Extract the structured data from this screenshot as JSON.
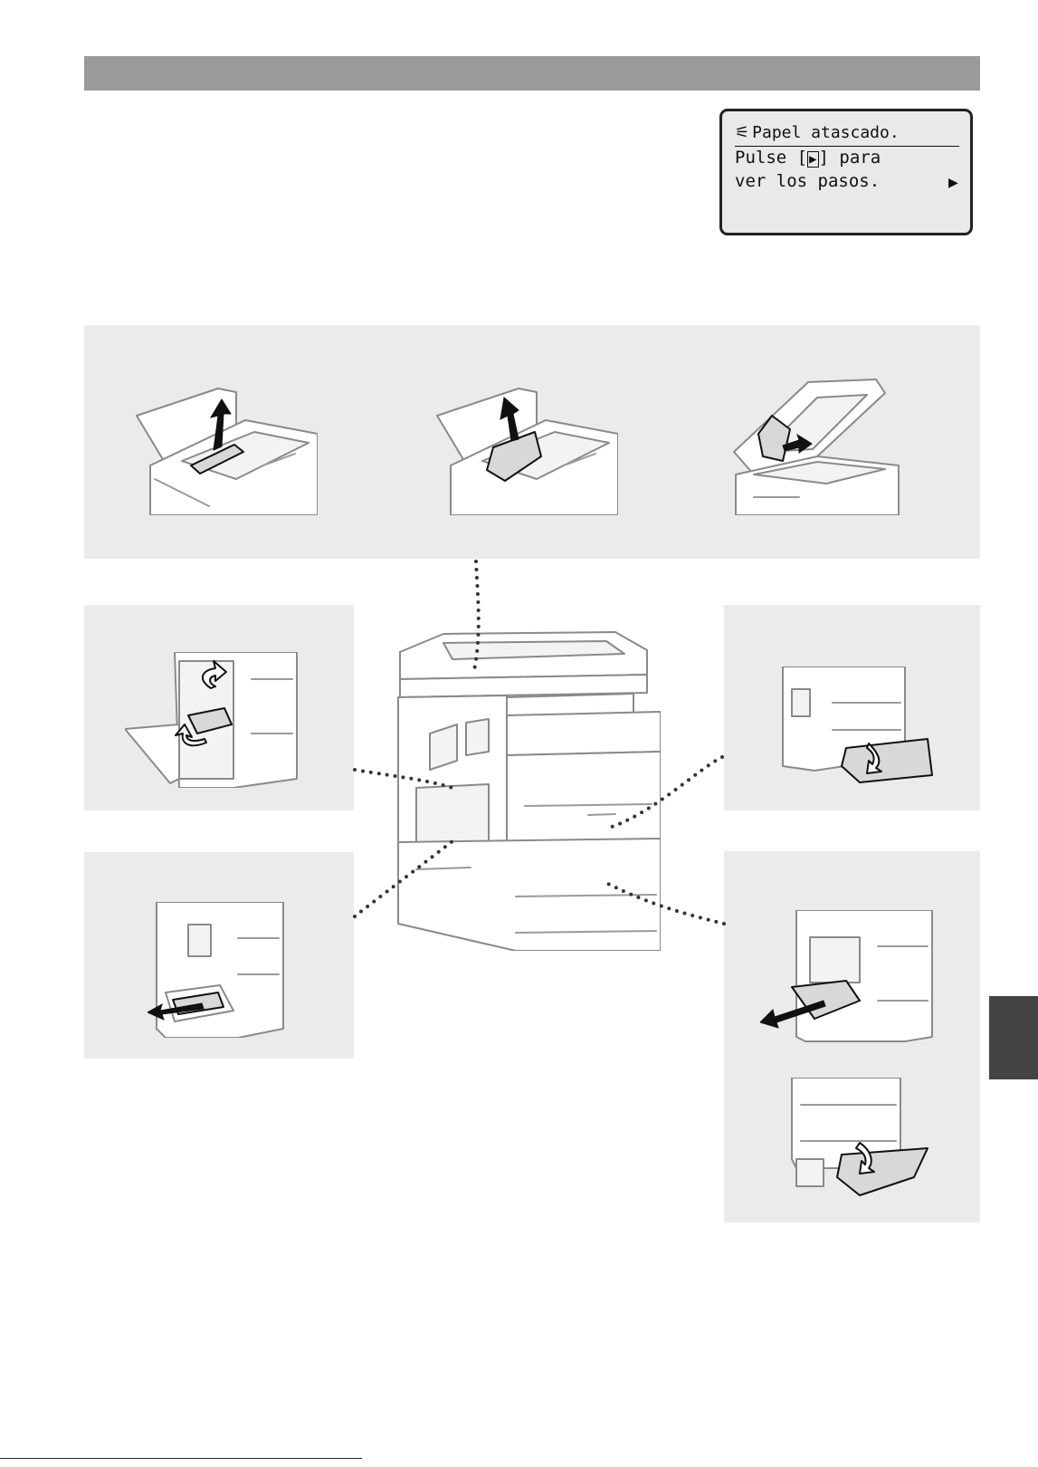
{
  "lcd": {
    "title": "Papel atascado.",
    "line1_before": "Pulse [",
    "line1_after": "] para",
    "line2": "ver los pasos.",
    "arrow_symbol": "▶",
    "icon": "paper-jam-icon"
  },
  "colors": {
    "header_bar": "#9a9a9a",
    "panel_background": "#ebebeb",
    "side_tab": "#444444"
  }
}
